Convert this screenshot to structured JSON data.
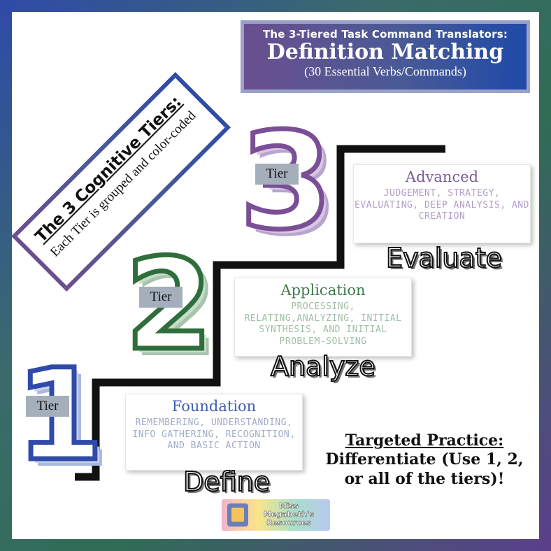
{
  "header": {
    "line1": "The 3-Tiered Task Command Translators:",
    "line2": "Definition Matching",
    "line3": "(30 Essential Verbs/Commands)"
  },
  "tiers_box": {
    "title": "The 3 Cognitive Tiers:",
    "subtitle": "Each Tier is grouped and color-coded"
  },
  "tiers": [
    {
      "number": "3",
      "tag": "Tier",
      "title": "Advanced",
      "description": "JUDGEMENT, STRATEGY, EVALUATING, DEEP ANALYSIS, AND CREATION",
      "level_word": "Evaluate",
      "color": "#7a4f96"
    },
    {
      "number": "2",
      "tag": "Tier",
      "title": "Application",
      "description": "PROCESSING, RELATING,ANALYZING, INITIAL SYNTHESIS, AND INITIAL PROBLEM-SOLVING",
      "level_word": "Analyze",
      "color": "#2f6e3c"
    },
    {
      "number": "1",
      "tag": "Tier",
      "title": "Foundation",
      "description": "REMEMBERING, UNDERSTANDING, INFO GATHERING, RECOGNITION, AND BASIC ACTION",
      "level_word": "Define",
      "color": "#2f4aa8"
    }
  ],
  "practice": {
    "title": "Targeted Practice:",
    "body_line1": "Differentiate (Use 1, 2,",
    "body_line2": "or all of the tiers)!"
  },
  "logo": {
    "line1": "Miss",
    "line2": "Megabeth's",
    "line3": "Resources"
  }
}
